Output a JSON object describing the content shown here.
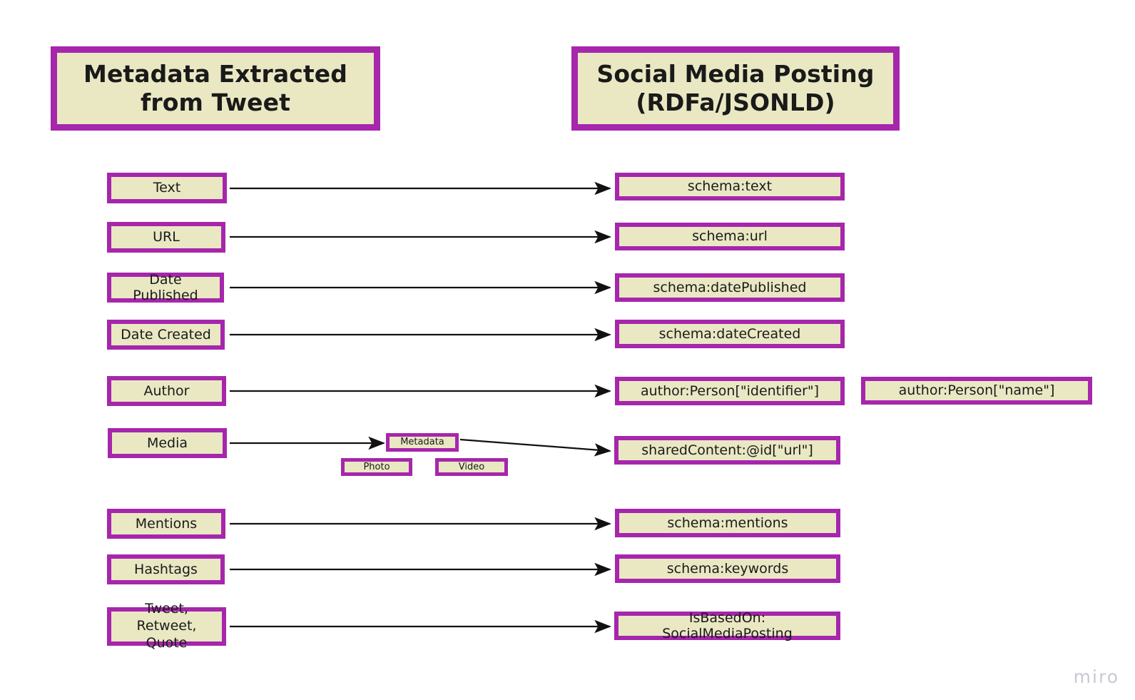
{
  "diagram": {
    "title_left": "Metadata Extracted from Tweet",
    "title_right": "Social Media Posting (RDFa/JSONLD)",
    "watermark": "miro",
    "colors": {
      "box_fill": "#e9e8c3",
      "box_border": "#a626ac",
      "background": "#ffffff",
      "edge": "#111111",
      "watermark": "#c9c9d4"
    }
  },
  "headers": {
    "left": {
      "line1": "Metadata Extracted",
      "line2": "from Tweet"
    },
    "right": {
      "line1": "Social Media Posting",
      "line2": "(RDFa/JSONLD)"
    }
  },
  "left_column": [
    {
      "id": "text",
      "label": "Text"
    },
    {
      "id": "url",
      "label": "URL"
    },
    {
      "id": "date-published",
      "label": "Date Published"
    },
    {
      "id": "date-created",
      "label": "Date Created"
    },
    {
      "id": "author",
      "label": "Author"
    },
    {
      "id": "media",
      "label": "Media"
    },
    {
      "id": "mentions",
      "label": "Mentions"
    },
    {
      "id": "hashtags",
      "label": "Hashtags"
    },
    {
      "id": "tweet-retweet-quote",
      "line1": "Tweet, Retweet,",
      "line2": "Quote"
    }
  ],
  "middle_column": [
    {
      "id": "metadata",
      "label": "Metadata"
    },
    {
      "id": "photo",
      "label": "Photo"
    },
    {
      "id": "video",
      "label": "Video"
    }
  ],
  "right_column": [
    {
      "id": "schema-text",
      "label": "schema:text"
    },
    {
      "id": "schema-url",
      "label": "schema:url"
    },
    {
      "id": "schema-date-published",
      "label": "schema:datePublished"
    },
    {
      "id": "schema-date-created",
      "label": "schema:dateCreated"
    },
    {
      "id": "author-person-identifier",
      "label": "author:Person[\"identifier\"]"
    },
    {
      "id": "author-person-name",
      "label": "author:Person[\"name\"]"
    },
    {
      "id": "shared-content-id-url",
      "label": "sharedContent:@id[\"url\"]"
    },
    {
      "id": "schema-mentions",
      "label": "schema:mentions"
    },
    {
      "id": "schema-keywords",
      "label": "schema:keywords"
    },
    {
      "id": "isbasedon-socialmediaposting",
      "label": "IsBasedOn: SocialMediaPosting"
    }
  ],
  "edges": [
    {
      "from": "Text",
      "to": "schema:text"
    },
    {
      "from": "URL",
      "to": "schema:url"
    },
    {
      "from": "Date Published",
      "to": "schema:datePublished"
    },
    {
      "from": "Date Created",
      "to": "schema:dateCreated"
    },
    {
      "from": "Author",
      "to": "author:Person[\"identifier\"]"
    },
    {
      "from": "Media",
      "to": "Metadata"
    },
    {
      "from": "Metadata",
      "to": "sharedContent:@id[\"url\"]"
    },
    {
      "from": "Mentions",
      "to": "schema:mentions"
    },
    {
      "from": "Hashtags",
      "to": "schema:keywords"
    },
    {
      "from": "Tweet, Retweet, Quote",
      "to": "IsBasedOn: SocialMediaPosting"
    }
  ]
}
